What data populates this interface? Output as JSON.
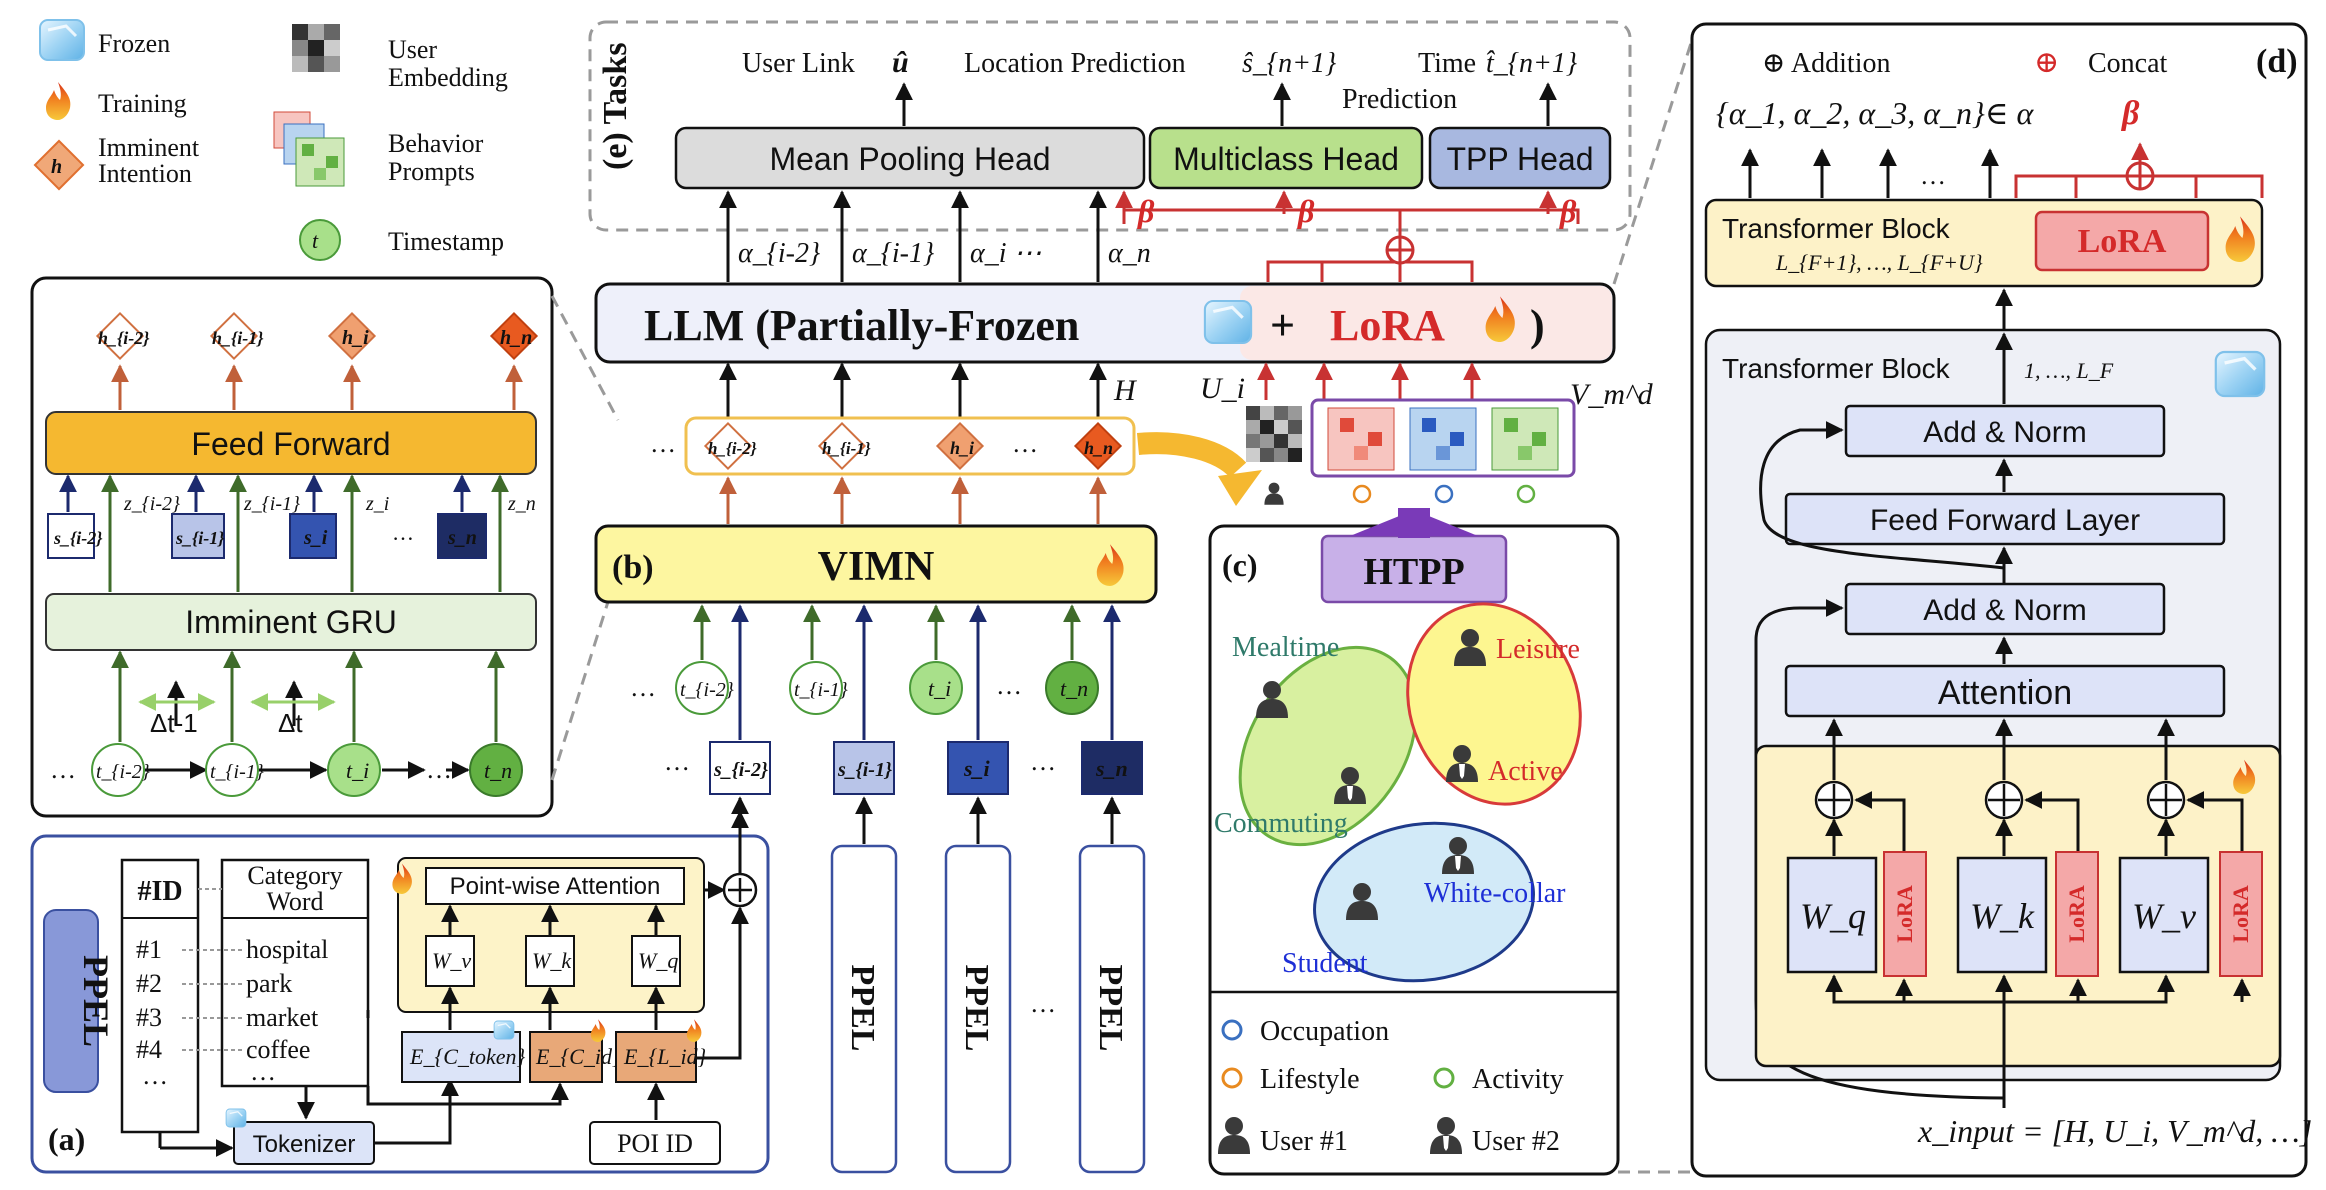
{
  "legend": {
    "frozen": "Frozen",
    "training": "Training",
    "imminent_intention_1": "Imminent",
    "imminent_intention_2": "Intention",
    "user_embedding_1": "User",
    "user_embedding_2": "Embedding",
    "behavior_prompts_1": "Behavior",
    "behavior_prompts_2": "Prompts",
    "timestamp": "Timestamp"
  },
  "gru_panel": {
    "outputs": [
      "h_{i-2}",
      "h_{i-1}",
      "h_i",
      "h_n"
    ],
    "feed_forward": "Feed Forward",
    "z_labels": [
      "z_{i-2}",
      "z_{i-1}",
      "z_i",
      "z_n"
    ],
    "s_labels": [
      "s_{i-2}",
      "s_{i-1}",
      "s_i",
      "s_n"
    ],
    "ellipsis": "…",
    "gru": "Imminent GRU",
    "delta1": "Δt-1",
    "delta2": "Δt",
    "t_labels": [
      "t_{i-2}",
      "t_{i-1}",
      "t_i",
      "t_n"
    ]
  },
  "ppel_panel": {
    "tag": "(a)",
    "title": "PPEL",
    "id_header": "#ID",
    "cat_header_1": "Category",
    "cat_header_2": "Word",
    "ids": [
      "#1",
      "#2",
      "#3",
      "#4",
      "…"
    ],
    "words": [
      "hospital",
      "park",
      "market",
      "coffee",
      "…"
    ],
    "attention": "Point-wise Attention",
    "wv": "W_v",
    "wk": "W_k",
    "wq": "W_q",
    "e_token": "E_{C_token}",
    "e_cid": "E_{C_id}",
    "e_lid": "E_{L_id}",
    "tokenizer": "Tokenizer",
    "poi_id": "POI ID"
  },
  "tasks_panel": {
    "title": "(e) Tasks",
    "user_link": "User Link",
    "user_link_sym": "û",
    "location_prediction": "Location Prediction",
    "location_sym": "ŝ_{n+1}",
    "time_1": "Time",
    "time_sym": "t̂_{n+1}",
    "time_2": "Prediction",
    "mean_pooling": "Mean Pooling Head",
    "multiclass": "Multiclass Head",
    "tpp": "TPP Head",
    "alphas": [
      "α_{i-2}",
      "α_{i-1}",
      "α_i ⋯",
      "α_n"
    ],
    "beta": "β"
  },
  "llm": {
    "label_1": "LLM (Partially-Frozen",
    "plus": "+",
    "lora": "LoRA",
    "close": ")",
    "H": "H",
    "Ui": "U_i",
    "Vmd": "V_m^d"
  },
  "vimn": {
    "tag": "(b)",
    "title": "VIMN",
    "h_labels": [
      "h_{i-2}",
      "h_{i-1}",
      "h_i",
      "h_n"
    ],
    "t_labels": [
      "t_{i-2}",
      "t_{i-1}",
      "t_i",
      "t_n"
    ],
    "s_labels": [
      "s_{i-2}",
      "s_{i-1}",
      "s_i",
      "s_n"
    ],
    "ppel": "PPEL",
    "ellipsis": "…"
  },
  "htpp_panel": {
    "tag": "(c)",
    "title": "HTPP",
    "mealtime": "Mealtime",
    "leisure": "Leisure",
    "active": "Active",
    "commuting": "Commuting",
    "white_collar": "White-collar",
    "student": "Student",
    "occupation": "Occupation",
    "lifestyle": "Lifestyle",
    "activity": "Activity",
    "user1": "User #1",
    "user2": "User #2"
  },
  "transformer_panel": {
    "tag": "(d)",
    "addition": "⊕ Addition",
    "concat_sym": "⊕",
    "concat": "Concat",
    "alpha_set": "{α_1, α_2, α_3,   α_n}∈ α",
    "beta": "β",
    "ellipsis": "…",
    "block_top": "Transformer Block",
    "block_top_range": "L_{F+1}, …, L_{F+U}",
    "lora": "LoRA",
    "block_bottom": "Transformer Block",
    "block_bottom_range": "1, …, L_F",
    "add_norm_1": "Add & Norm",
    "ffl": "Feed Forward Layer",
    "add_norm_2": "Add & Norm",
    "attention": "Attention",
    "wq": "W_q",
    "wk": "W_k",
    "wv": "W_v",
    "input": "x_input = [H, U_i, V_m^d, …]"
  }
}
